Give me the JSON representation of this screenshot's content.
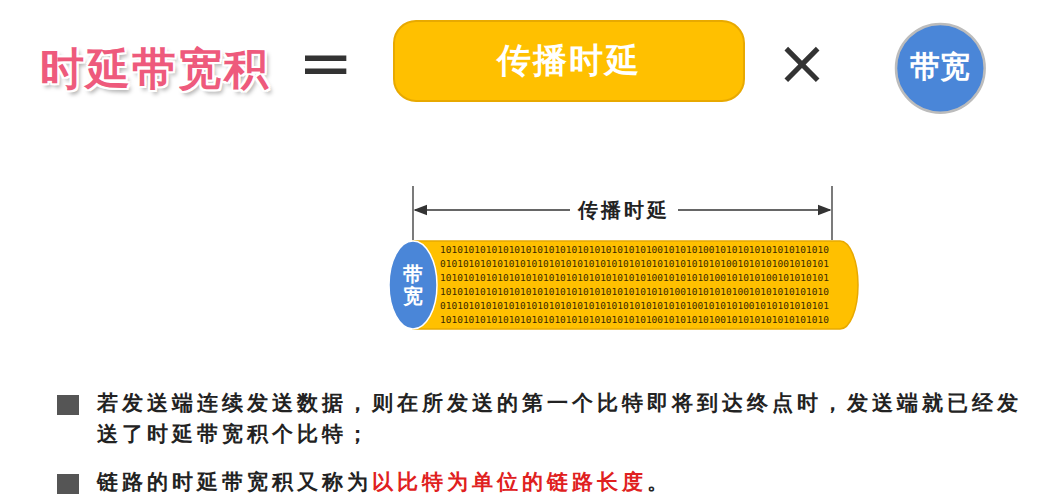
{
  "diagram": {
    "nodes": [
      {
        "text": [
          "传播时延"
        ]
      },
      {
        "text": [
          "带宽"
        ]
      },
      {
        "text": [
          "10101010101010101010101010101010101010010101010010101010101010101010 01010101010101010101010101010101010101010101010101001010101001010101 10101010101010101010101010101010101010010101010100101010100101010101 10101010101010101010101010101010101010101001010101010010101010101010 01010101010101010101010101010101010101010101001010101001010101010101 10101010101010101010101010101010101010010101010100101010101010101010"
        ]
      },
      {
        "text": [
          "带宽"
        ],
        "in": 2
      }
    ],
    "labels": [
      "时延带宽积",
      "=",
      "×",
      "传播时延",
      "若发送端连续发送数据，则在所发送的第一个比特即将到达终点时，发送端就已经发送了时延带宽积个比特；",
      "链路的时延带宽积又称为",
      "以比特为单位的链路长度",
      "。"
    ]
  }
}
